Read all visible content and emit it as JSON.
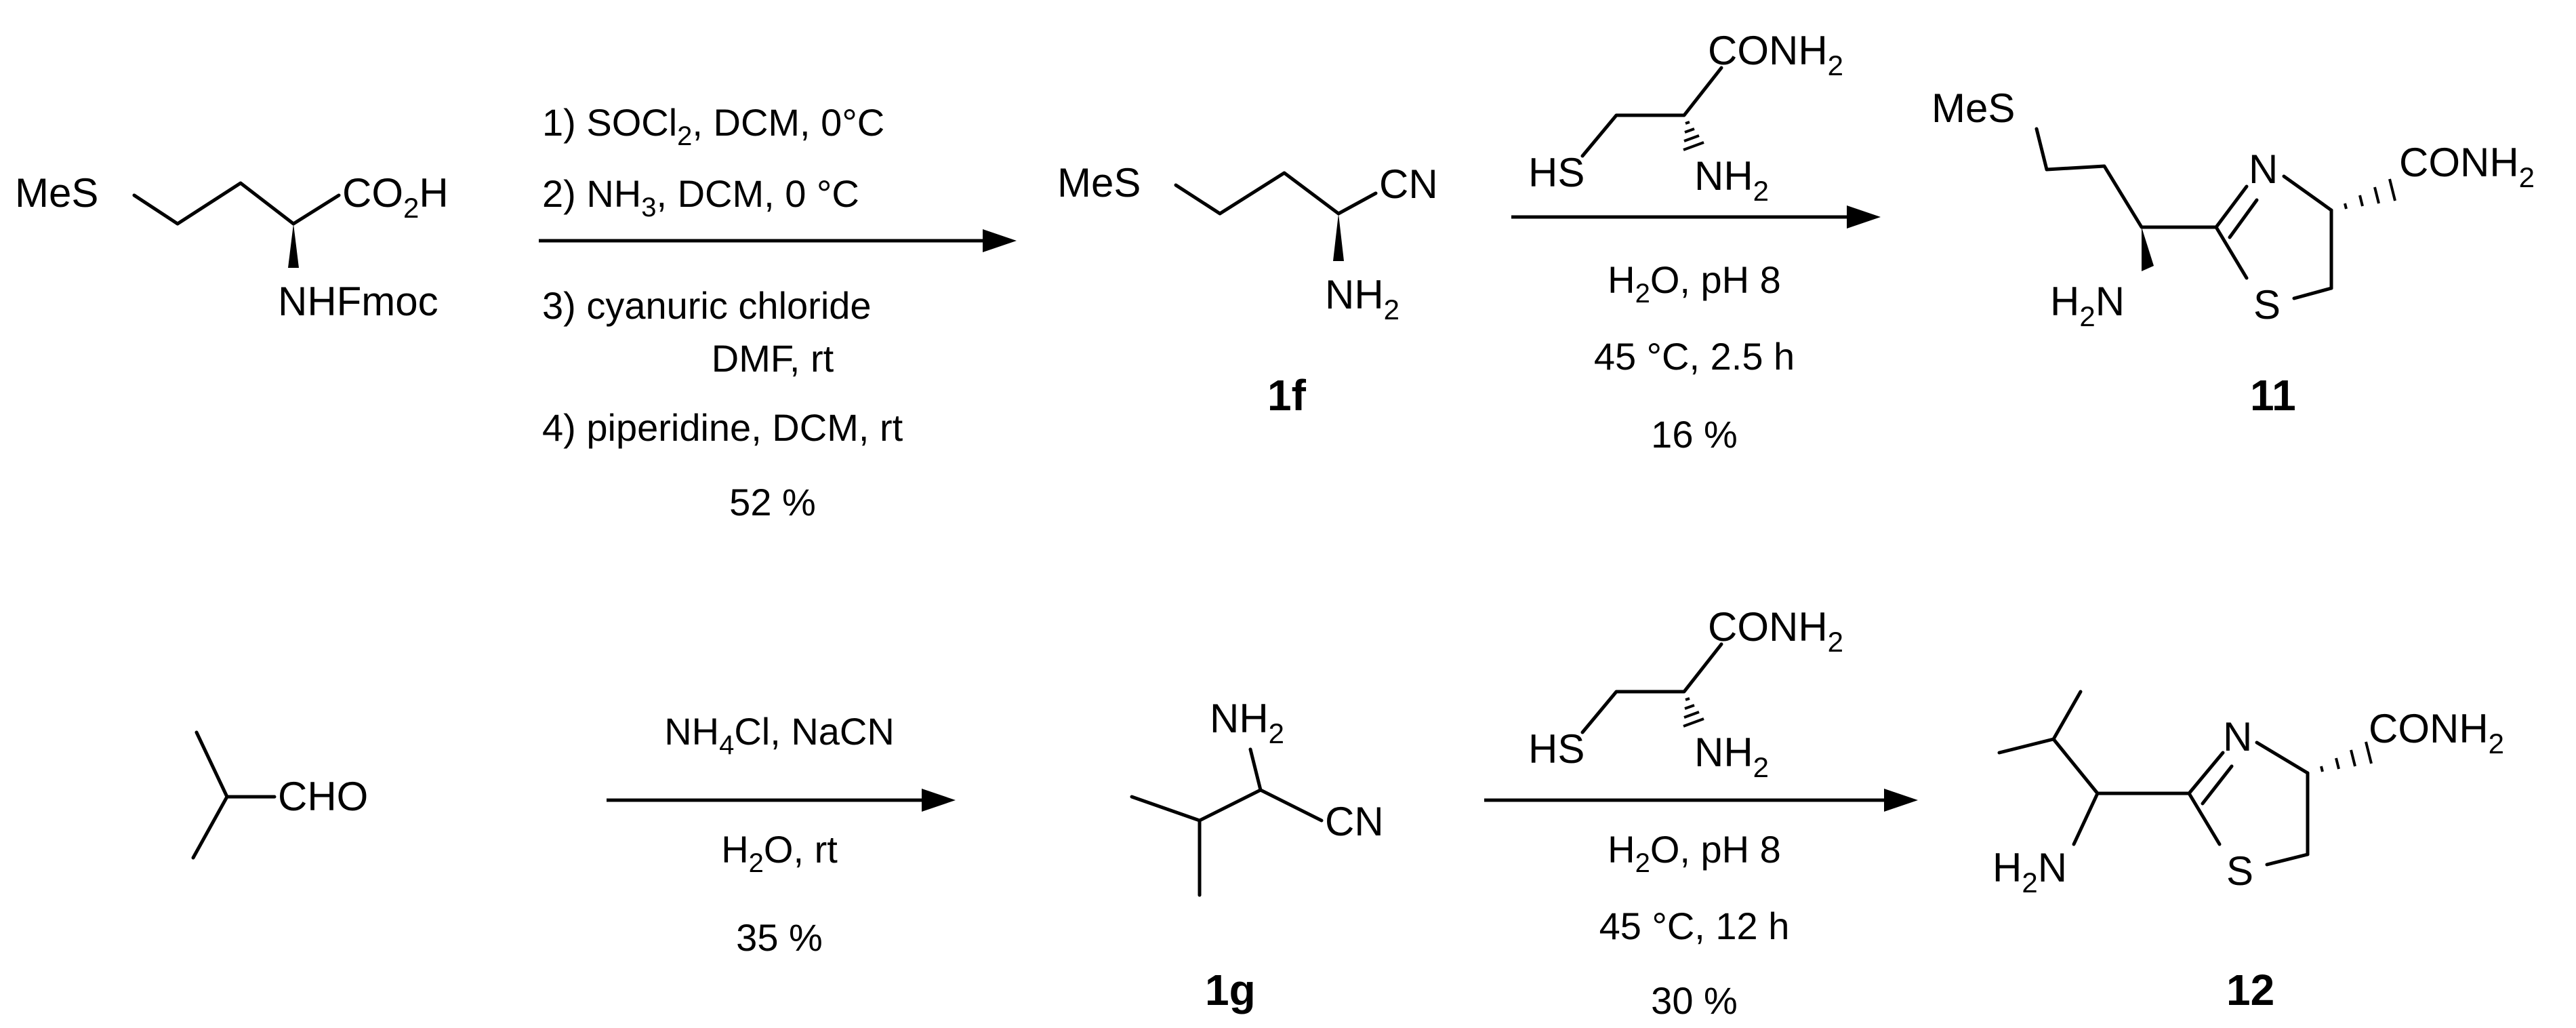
{
  "reaction1": {
    "starting_material": {
      "mes": "MeS",
      "co2h_main": "CO",
      "co2h_sub": "2",
      "co2h_end": "H",
      "nhfmoc": "NHFmoc"
    },
    "conditions": {
      "step1_a": "1) SOCl",
      "step1_sub": "2",
      "step1_b": ", DCM, 0°C",
      "step2_a": "2) NH",
      "step2_sub": "3",
      "step2_b": ", DCM, 0 °C",
      "step3_line1": "3) cyanuric chloride",
      "step3_line2": "DMF, rt",
      "step4": "4) piperidine, DCM, rt",
      "yield": "52 %"
    },
    "product_1f": {
      "mes": "MeS",
      "cn": "CN",
      "nh_main": "NH",
      "nh_sub": "2",
      "label": "1f"
    },
    "reagent": {
      "conh_main": "CONH",
      "conh_sub": "2",
      "hs": "HS",
      "nh_main": "NH",
      "nh_sub": "2"
    },
    "conditions2": {
      "h2o_a": "H",
      "h2o_sub": "2",
      "h2o_b": "O, pH 8",
      "temp": "45 °C, 2.5 h",
      "yield": "16 %"
    },
    "product_11": {
      "mes": "MeS",
      "n": "N",
      "s": "S",
      "conh_main": "CONH",
      "conh_sub": "2",
      "h2n_a": "H",
      "h2n_sub": "2",
      "h2n_b": "N",
      "label": "11"
    }
  },
  "reaction2": {
    "starting_material": {
      "cho": "CHO"
    },
    "conditions": {
      "nh4cl_a": "NH",
      "nh4cl_sub": "4",
      "nh4cl_b": "Cl, NaCN",
      "h2o_a": "H",
      "h2o_sub": "2",
      "h2o_b": "O, rt",
      "yield": "35 %"
    },
    "product_1g": {
      "nh_main": "NH",
      "nh_sub": "2",
      "cn": "CN",
      "label": "1g"
    },
    "reagent": {
      "conh_main": "CONH",
      "conh_sub": "2",
      "hs": "HS",
      "nh_main": "NH",
      "nh_sub": "2"
    },
    "conditions2": {
      "h2o_a": "H",
      "h2o_sub": "2",
      "h2o_b": "O, pH 8",
      "temp": "45 °C, 12 h",
      "yield": "30 %"
    },
    "product_12": {
      "n": "N",
      "s": "S",
      "conh_main": "CONH",
      "conh_sub": "2",
      "h2n_a": "H",
      "h2n_sub": "2",
      "h2n_b": "N",
      "label": "12"
    }
  }
}
